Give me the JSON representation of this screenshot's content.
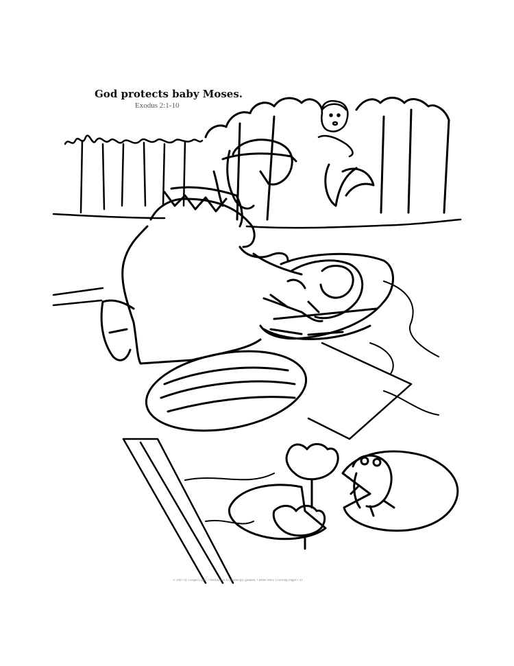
{
  "page": {
    "title": "God protects baby Moses.",
    "reference": "Exodus 2:1-10",
    "footer": "© 1997 by Gospel Light. • Permission to photocopy granted. • Bible Story Coloring Pages • 41"
  },
  "illustration": {
    "colors": {
      "line": "#000000",
      "background": "#ffffff"
    }
  }
}
